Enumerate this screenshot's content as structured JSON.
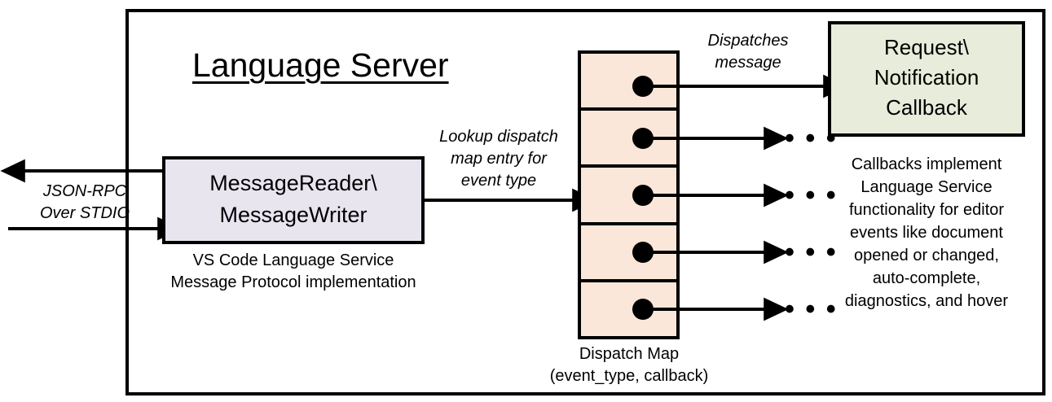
{
  "diagram": {
    "type": "block-diagram",
    "title": "Language Server",
    "background": "#ffffff",
    "stroke": "#000000"
  },
  "outer_frame": {
    "name": "Language Server boundary"
  },
  "nodes": {
    "message_io": {
      "label_line1": "MessageReader\\",
      "label_line2": "MessageWriter",
      "fill": "#e8e5ef",
      "caption_line1": "VS Code Language Service",
      "caption_line2": "Message Protocol implementation"
    },
    "dispatch_map": {
      "fill": "#fbe7d9",
      "rows": 5,
      "caption_line1": "Dispatch Map",
      "caption_line2": "(event_type, callback)"
    },
    "callback": {
      "label_line1": "Request\\",
      "label_line2": "Notification",
      "label_line3": "Callback",
      "fill": "#e7ecdb"
    }
  },
  "edges": {
    "stdio": {
      "label_line1": "JSON-RPC",
      "label_line2": "Over STDIO"
    },
    "lookup": {
      "label_line1": "Lookup dispatch",
      "label_line2": "map entry for",
      "label_line3": "event type"
    },
    "dispatch": {
      "label_line1": "Dispatches",
      "label_line2": "message"
    },
    "ellipsis_glyph": "• • •"
  },
  "annotations": {
    "callback_description": [
      "Callbacks implement",
      "Language Service",
      "functionality for editor",
      "events like document",
      "opened or changed,",
      "auto-complete,",
      "diagnostics, and hover"
    ]
  }
}
